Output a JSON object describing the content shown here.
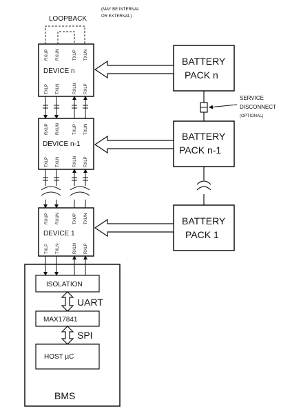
{
  "labels": {
    "loopback": "LOOPBACK",
    "loopback_note_1": "(MAY BE INTERNAL",
    "loopback_note_2": "OR EXTERNAL)",
    "service_disconnect_1": "SERVICE",
    "service_disconnect_2": "DISCONNECT",
    "service_disconnect_3": "(OPTIONAL)",
    "uart": "UART",
    "spi": "SPI",
    "bms": "BMS"
  },
  "devices": {
    "n": {
      "label": "DEVICE n"
    },
    "n1": {
      "label": "DEVICE n-1"
    },
    "d1": {
      "label": "DEVICE 1"
    }
  },
  "batteries": {
    "n": {
      "line1": "BATTERY",
      "line2": "PACK n"
    },
    "n1": {
      "line1": "BATTERY",
      "line2": "PACK n-1"
    },
    "d1": {
      "line1": "BATTERY",
      "line2": "PACK 1"
    }
  },
  "bms": {
    "isolation": "ISOLATION",
    "max": "MAX17841",
    "host": "HOST µC"
  },
  "pins": {
    "top": [
      "RXUP",
      "RXUN",
      "TXUP",
      "TXUN"
    ],
    "bottom": [
      "TXLP",
      "TXLN",
      "RXLN",
      "RXLP"
    ]
  }
}
